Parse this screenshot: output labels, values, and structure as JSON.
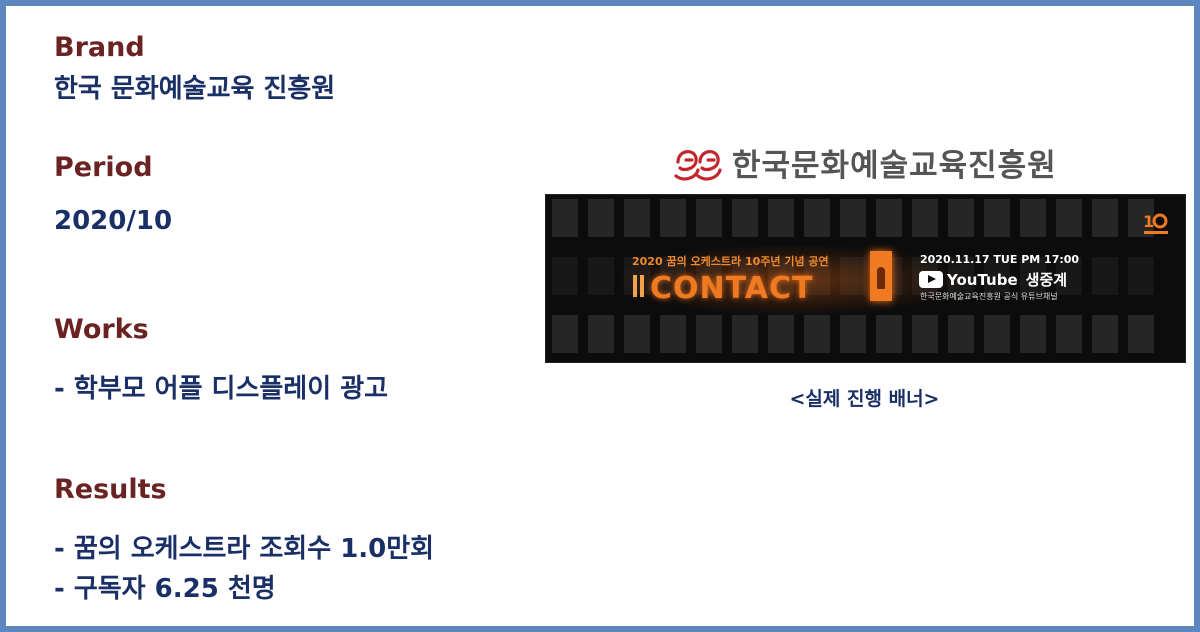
{
  "sections": {
    "brand": {
      "label": "Brand",
      "value": "한국 문화예술교육 진흥원"
    },
    "period": {
      "label": "Period",
      "value": "2020/10"
    },
    "works": {
      "label": "Works",
      "items": [
        "- 학부모 어플 디스플레이 광고"
      ]
    },
    "results": {
      "label": "Results",
      "items": [
        "- 꿈의 오케스트라 조회수 1.0만회",
        "- 구독자 6.25 천명"
      ]
    }
  },
  "logo": {
    "text": "한국문화예술교육진흥원",
    "icon": "arte-logo-icon"
  },
  "banner": {
    "headline": "2020 꿈의 오케스트라 10주년 기념 공연",
    "title": "CONTACT",
    "date": "2020.11.17 TUE PM 17:00",
    "platform": "YouTube",
    "live_label": "생중계",
    "channel": "한국문화예술교육진흥원 공식 유튜브채널",
    "accent_color": "#f07a22"
  },
  "caption": "<실제 진행 배너>",
  "colors": {
    "frame_border": "#5b86c0",
    "label": "#6b2222",
    "value": "#1a2f66"
  }
}
